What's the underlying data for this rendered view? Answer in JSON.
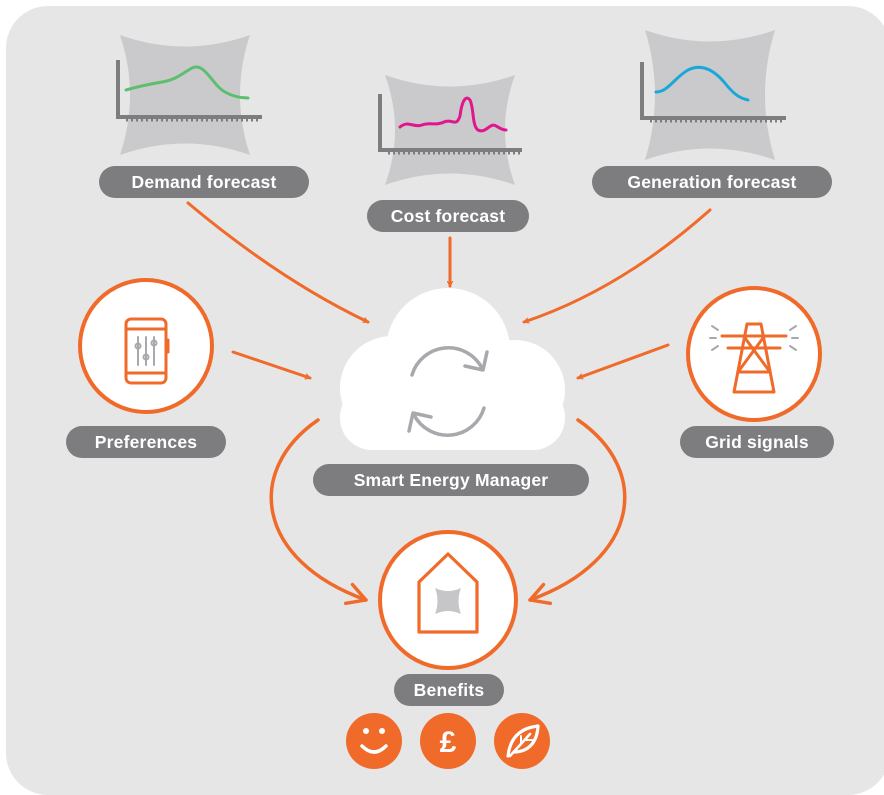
{
  "labels": {
    "demand_forecast": "Demand forecast",
    "cost_forecast": "Cost forecast",
    "generation_forecast": "Generation forecast",
    "preferences": "Preferences",
    "grid_signals": "Grid signals",
    "manager": "Smart Energy Manager",
    "benefits": "Benefits",
    "currency_symbol": "£"
  },
  "colors": {
    "panel": "#e6e6e6",
    "accent": "#f06a2a",
    "pill": "#7d7d7f",
    "demand_curve": "#5cbf6e",
    "cost_curve": "#e0168c",
    "generation_curve": "#1aa8d8",
    "watermark": "#c9c9cb"
  },
  "icons": {
    "preferences": "phone-sliders-icon",
    "grid_signals": "pylon-icon",
    "manager": "sync-arrows-icon",
    "benefits": "house-icon",
    "benefit_items": [
      "smile-icon",
      "pound-icon",
      "leaf-icon"
    ]
  }
}
